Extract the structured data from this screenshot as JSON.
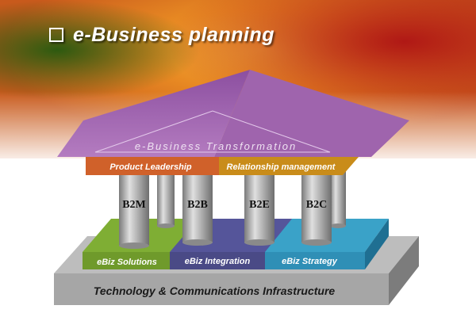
{
  "slide": {
    "title": "e-Business planning"
  },
  "roof": {
    "label": "e-Business Transformation"
  },
  "beams": {
    "left": "Product Leadership",
    "right": "Relationship management"
  },
  "pillars": [
    "B2M",
    "B2B",
    "B2E",
    "B2C"
  ],
  "platforms": {
    "left": "eBiz Solutions",
    "middle": "eBiz Integration",
    "right": "eBiz Strategy"
  },
  "foundation": {
    "label": "Technology & Communications Infrastructure"
  },
  "colors": {
    "roof": "#a56ab3",
    "beam_left": "#d0612a",
    "beam_right": "#c98c1a",
    "platform_left": "#6f9a2b",
    "platform_middle": "#4a4a86",
    "platform_right": "#2f8fb6",
    "foundation": "#a6a6a6",
    "pillar": "#9a9a9a"
  }
}
